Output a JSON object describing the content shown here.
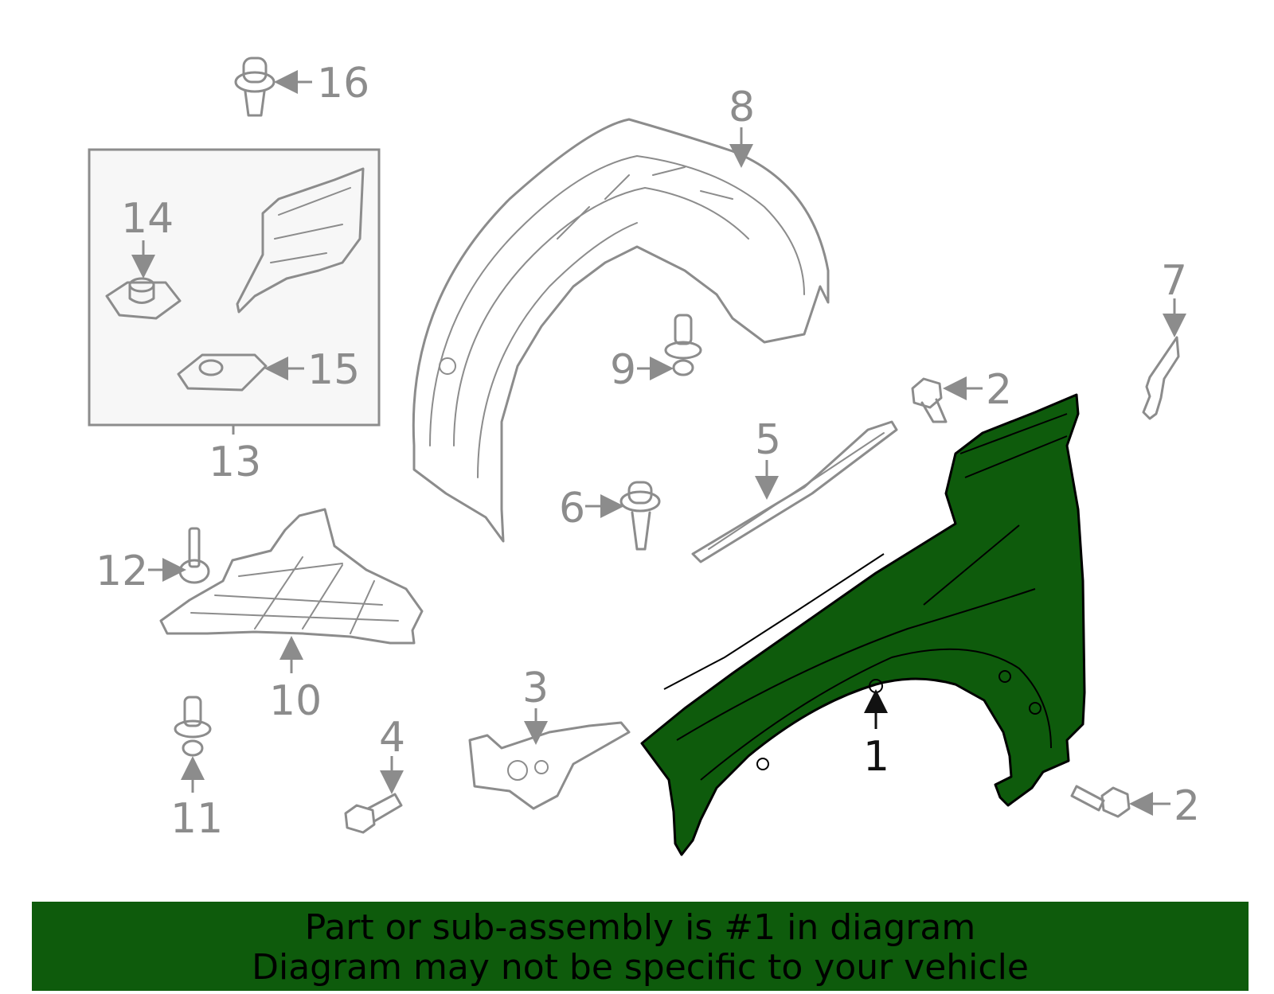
{
  "callouts": {
    "c1": "1",
    "c2a": "2",
    "c2b": "2",
    "c3": "3",
    "c4": "4",
    "c5": "5",
    "c6": "6",
    "c7": "7",
    "c8": "8",
    "c9": "9",
    "c10": "10",
    "c11": "11",
    "c12": "12",
    "c13": "13",
    "c14": "14",
    "c15": "15",
    "c16": "16"
  },
  "highlight_color": "#0e5b0c",
  "banner": {
    "line1": "Part or sub-assembly is #1 in diagram",
    "line2": "Diagram may not be specific to your vehicle"
  }
}
